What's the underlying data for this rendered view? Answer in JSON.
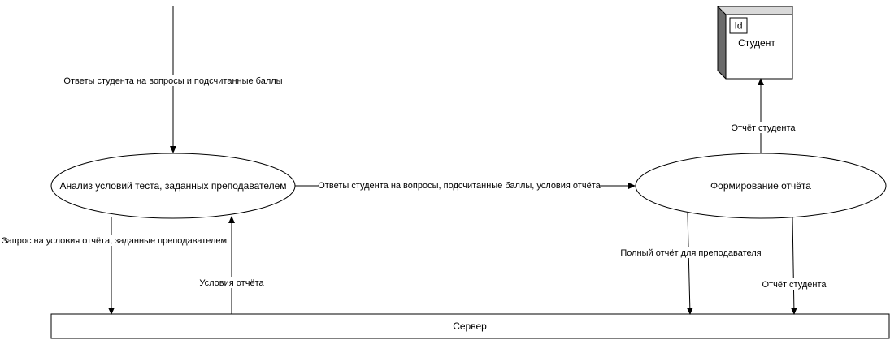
{
  "diagram": {
    "nodes": {
      "analysis": {
        "label": "Анализ условий теста, заданных преподавателем"
      },
      "report": {
        "label": "Формирование отчёта"
      },
      "student": {
        "label": "Студент",
        "id_tag": "Id"
      },
      "server": {
        "label": "Сервер"
      }
    },
    "edges": {
      "answers_in": {
        "label": "Ответы студента на вопросы и подсчитанные баллы"
      },
      "analysis_to_report": {
        "label": "Ответы студента на вопросы, подсчитанные баллы, условия отчёта"
      },
      "request_conditions": {
        "label": "Запрос на условия отчёта, заданные преподавателем"
      },
      "report_conditions": {
        "label": "Условия отчёта"
      },
      "report_to_student": {
        "label": "Отчёт студента"
      },
      "full_report_teacher": {
        "label": "Полный отчёт для преподавателя"
      },
      "student_report_server": {
        "label": "Отчёт студента"
      }
    },
    "colors": {
      "stroke": "#000000",
      "fill": "#ffffff",
      "shadow": "#6b6b6b"
    }
  }
}
